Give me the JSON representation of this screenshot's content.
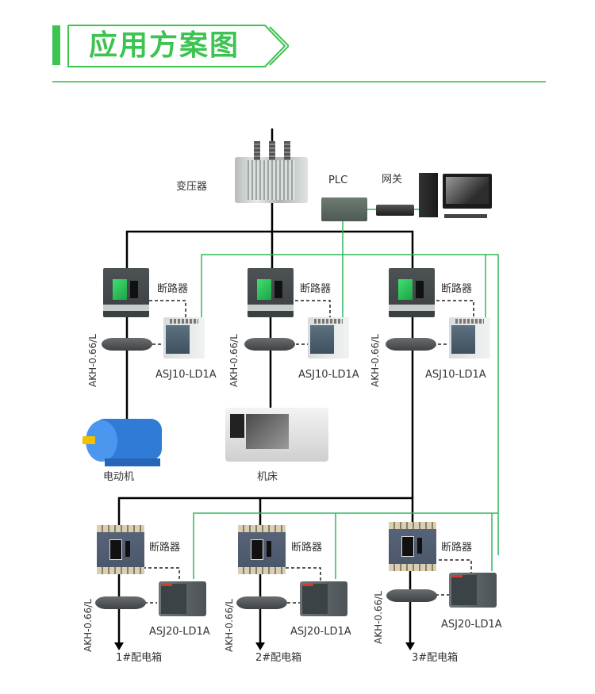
{
  "header": {
    "title": "应用方案图",
    "accent_color": "#3cc350"
  },
  "diagram": {
    "power_line_color": "#000000",
    "comm_line_color": "#2fb85a",
    "top": {
      "transformer_label": "变压器",
      "plc_label": "PLC",
      "gateway_label": "网关",
      "computer": "computer-icon"
    },
    "upper_branches": [
      {
        "breaker_label": "断路器",
        "ct_label": "AKH-0.66/L",
        "monitor_label": "ASJ10-LD1A",
        "load_label": "电动机"
      },
      {
        "breaker_label": "断路器",
        "ct_label": "AKH-0.66/L",
        "monitor_label": "ASJ10-LD1A",
        "load_label": "机床"
      },
      {
        "breaker_label": "断路器",
        "ct_label": "AKH-0.66/L",
        "monitor_label": "ASJ10-LD1A",
        "load_label": ""
      }
    ],
    "lower_branches": [
      {
        "breaker_label": "断路器",
        "ct_label": "AKH-0.66/L",
        "monitor_label": "ASJ20-LD1A",
        "load_label": "1#配电箱"
      },
      {
        "breaker_label": "断路器",
        "ct_label": "AKH-0.66/L",
        "monitor_label": "ASJ20-LD1A",
        "load_label": "2#配电箱"
      },
      {
        "breaker_label": "断路器",
        "ct_label": "AKH-0.66/L",
        "monitor_label": "ASJ20-LD1A",
        "load_label": "3#配电箱"
      }
    ]
  }
}
